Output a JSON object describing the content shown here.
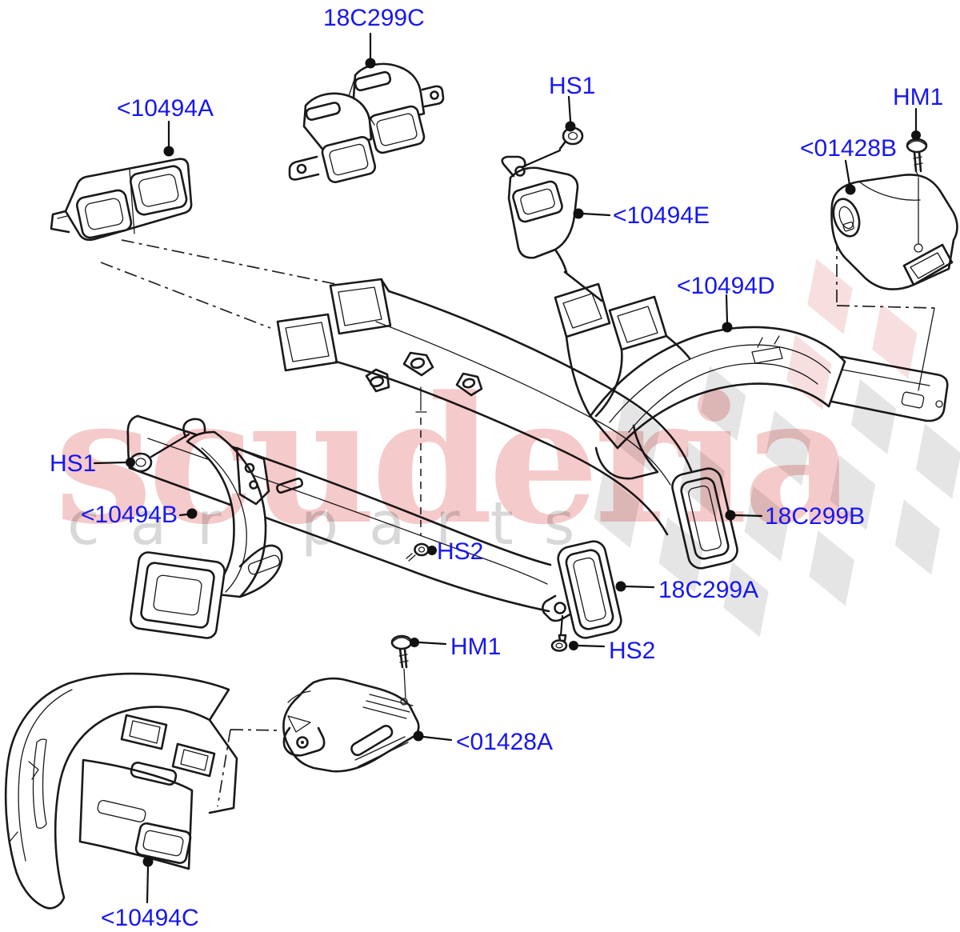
{
  "diagram": {
    "type": "exploded-parts-diagram",
    "subject": "vehicle air ducts line drawing",
    "background_color": "#ffffff",
    "line_color": "#1a1a1a",
    "label_color": "#1717f0"
  },
  "watermark": {
    "brand": "scuderia",
    "subtext": "car parts",
    "brand_color": "#f5caca",
    "subtext_color": "#d8d8d8",
    "flag_gray": "#e3e3e3",
    "flag_pink": "#f8dcdc"
  },
  "callouts": [
    {
      "id": "18C299C",
      "text": "18C299C"
    },
    {
      "id": "10494A",
      "text": "<10494A"
    },
    {
      "id": "HS1-top",
      "text": "HS1"
    },
    {
      "id": "HM1-top",
      "text": "HM1"
    },
    {
      "id": "01428B",
      "text": "<01428B"
    },
    {
      "id": "10494E",
      "text": "<10494E"
    },
    {
      "id": "10494D",
      "text": "<10494D"
    },
    {
      "id": "HS1-left",
      "text": "HS1"
    },
    {
      "id": "10494B",
      "text": "<10494B"
    },
    {
      "id": "18C299B",
      "text": "18C299B"
    },
    {
      "id": "HS2-center",
      "text": "HS2"
    },
    {
      "id": "18C299A",
      "text": "18C299A"
    },
    {
      "id": "HM1-bottom",
      "text": "HM1"
    },
    {
      "id": "HS2-bottom",
      "text": "HS2"
    },
    {
      "id": "01428A",
      "text": "<01428A"
    },
    {
      "id": "10494C",
      "text": "<10494C"
    }
  ]
}
